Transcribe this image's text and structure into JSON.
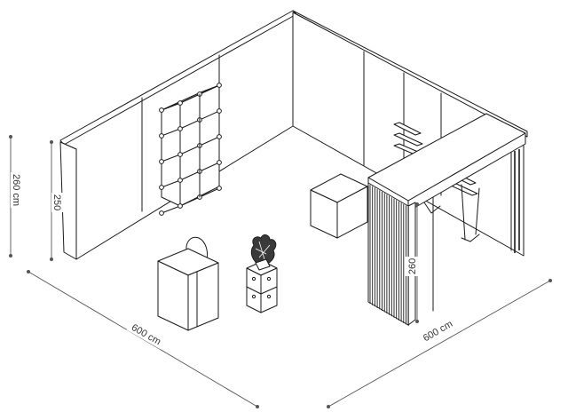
{
  "dimensions": {
    "height_outer": "260 cm",
    "height_inner": "250",
    "width_left": "600 cm",
    "width_right": "600 cm",
    "height_column": "260"
  }
}
